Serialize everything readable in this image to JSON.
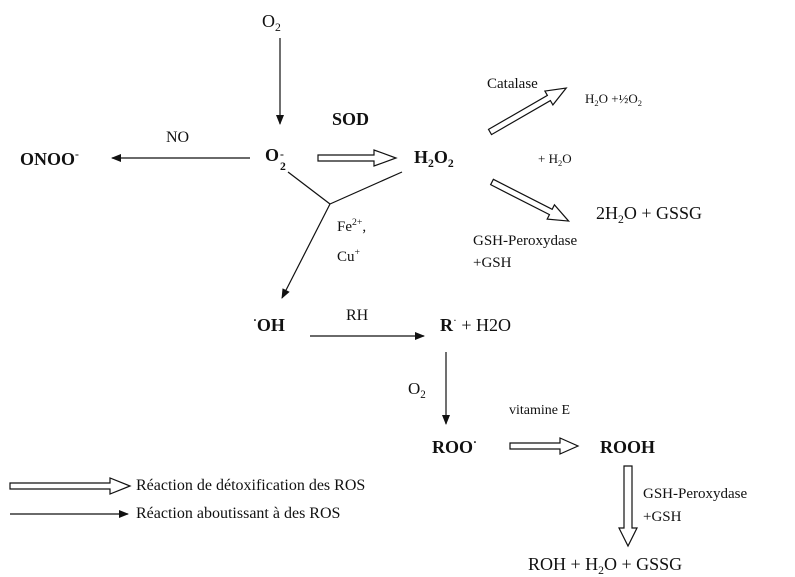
{
  "species": {
    "o2_top": {
      "main": "O",
      "sub": "2"
    },
    "superoxide": {
      "main": "O",
      "sub": "2",
      "sup": "-"
    },
    "peroxynitrite": {
      "main": "ONOO",
      "sup": "-"
    },
    "h2o2": {
      "a": "H",
      "sub1": "2",
      "b": "O",
      "sub2": "2"
    },
    "hydroxyl": {
      "dot": "·",
      "main": "OH"
    },
    "radical": {
      "main": "R",
      "dot": "·",
      "rest": " + H2O"
    },
    "o2_mid": {
      "main": "O",
      "sub": "2"
    },
    "roo": {
      "main": "ROO",
      "dot": "·"
    },
    "rooh": "ROOH"
  },
  "labels": {
    "no": "NO",
    "sod": "SOD",
    "catalase": "Catalase",
    "plus_h2o": {
      "pre": "+ H",
      "sub": "2",
      "post": "O"
    },
    "fe": {
      "main": "Fe",
      "sup": "2+",
      "post": ","
    },
    "cu": {
      "main": "Cu",
      "sup": "+"
    },
    "rh": "RH",
    "gsh_perox_1": "GSH-Peroxydase",
    "gsh_1": "+GSH",
    "vitamine_e": "vitamine E",
    "gsh_perox_2": "GSH-Peroxydase",
    "gsh_2": "+GSH"
  },
  "products": {
    "catalase_product": {
      "a": "H",
      "sub1": "2",
      "b": "O +½O",
      "sub2": "2"
    },
    "gsh_product": {
      "a": "2H",
      "sub1": "2",
      "b": "O + GSSG"
    },
    "final": {
      "a": "ROH + H",
      "sub1": "2",
      "b": "O + GSSG"
    }
  },
  "legend": {
    "detox": "Réaction de détoxification des ROS",
    "ros": "Réaction aboutissant à des ROS"
  }
}
